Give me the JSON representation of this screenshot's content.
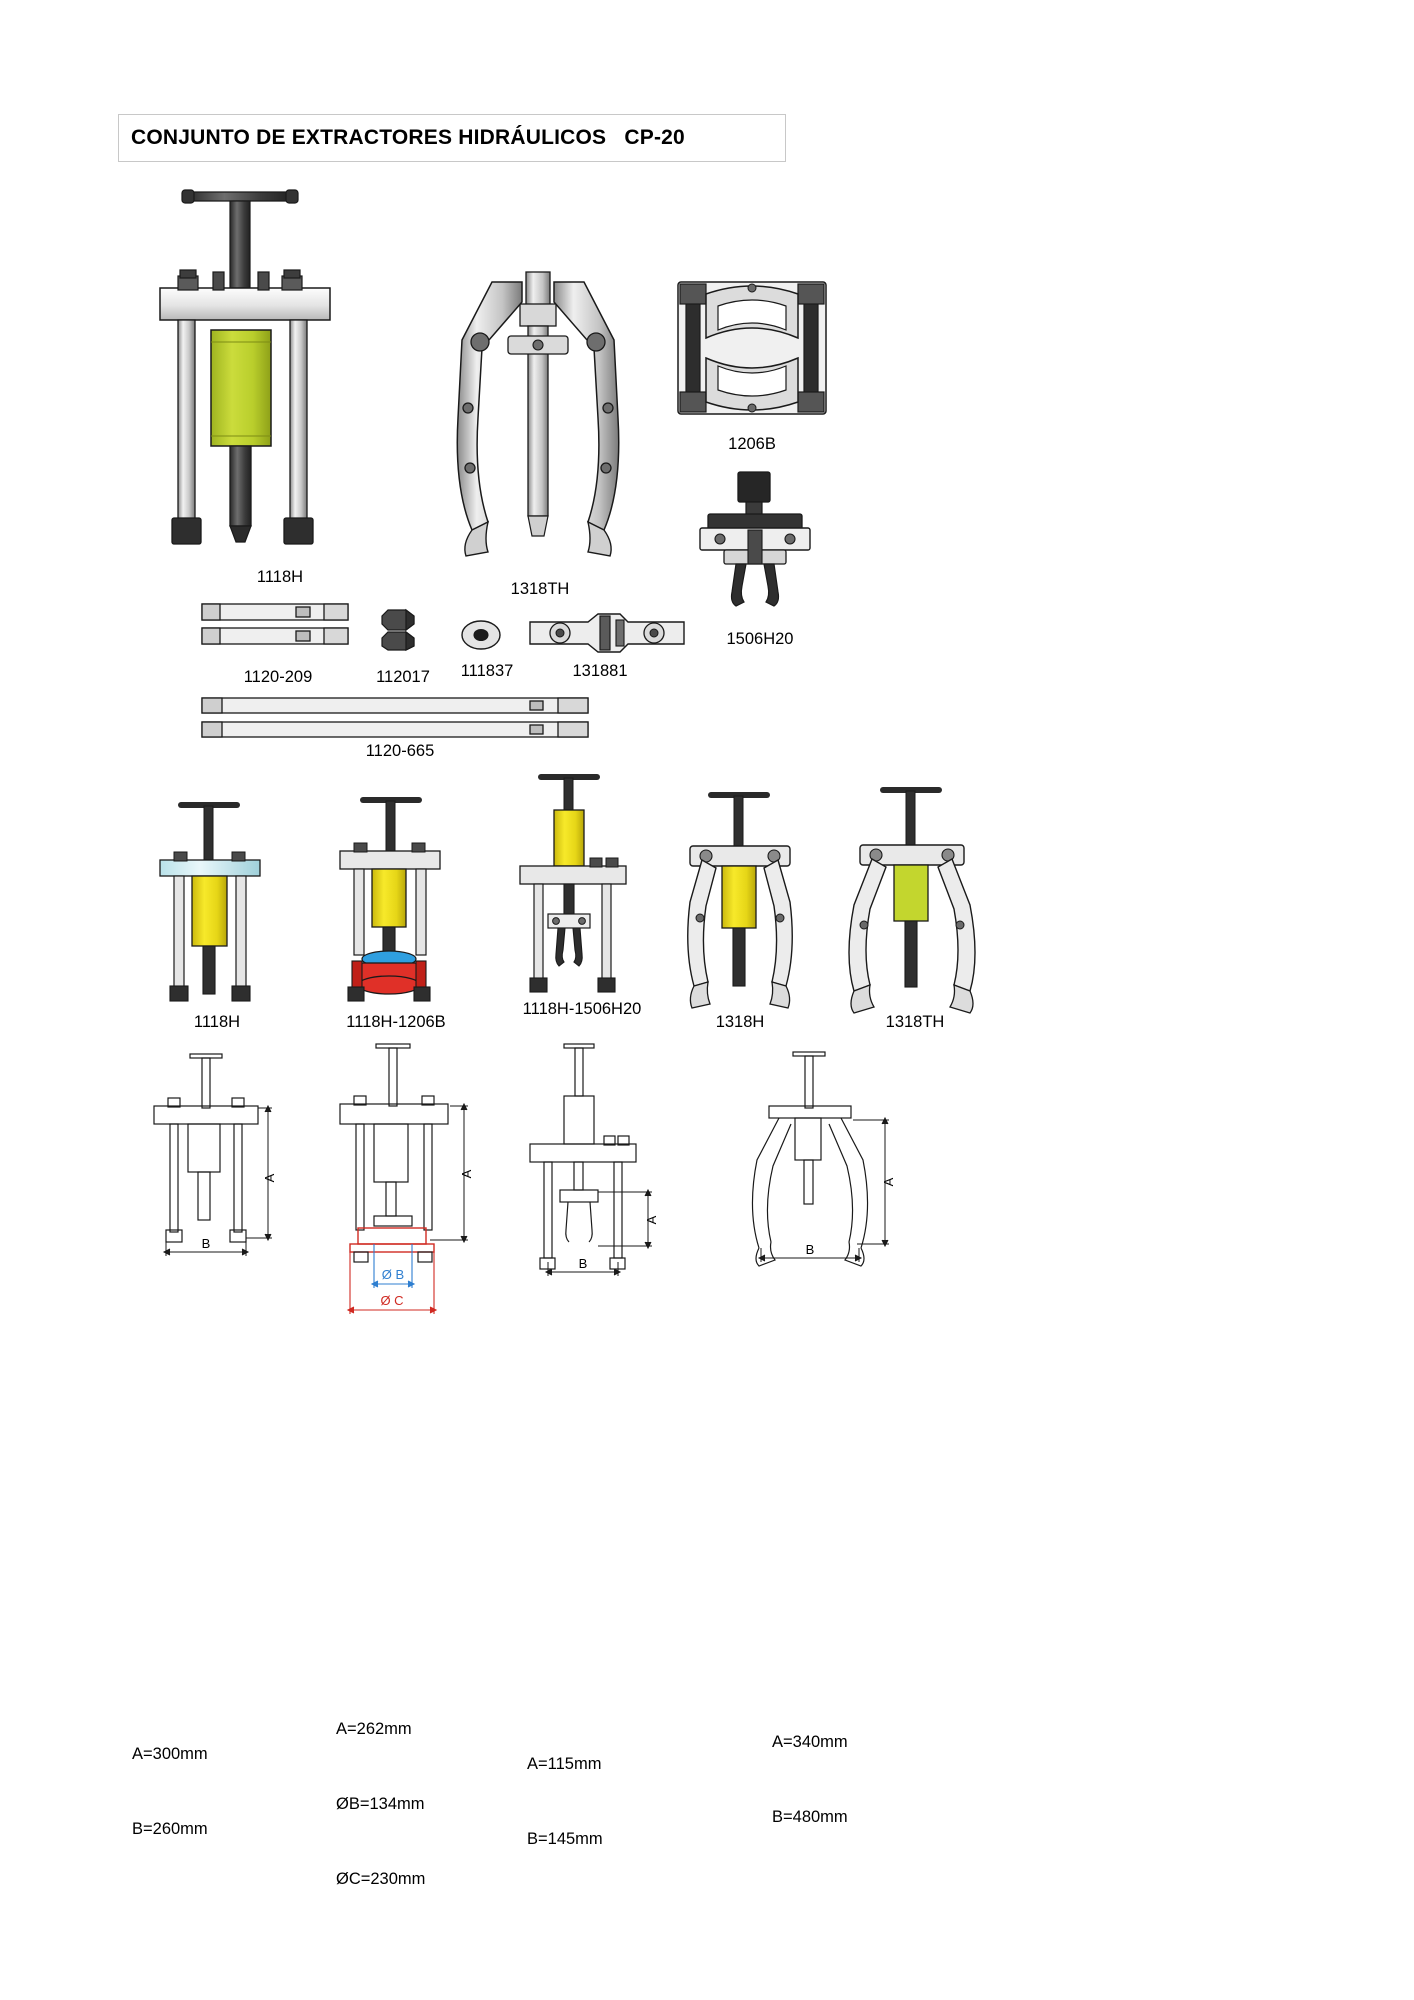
{
  "header": {
    "title": "CONJUNTO DE EXTRACTORES HIDRÁULICOS   CP-20"
  },
  "components_row1": [
    {
      "id": "1118H",
      "label": "1118H",
      "type": "hydraulic-2-leg-puller"
    },
    {
      "id": "1318TH",
      "label": "1318TH",
      "type": "3-leg-puller-long-reach"
    },
    {
      "id": "1206B",
      "label": "1206B",
      "type": "bearing-separator"
    },
    {
      "id": "1506H20",
      "label": "1506H20",
      "type": "hydraulic-separator-puller"
    }
  ],
  "components_row2": [
    {
      "id": "1120-209",
      "label": "1120-209",
      "type": "extension-rods-pair"
    },
    {
      "id": "112017",
      "label": "112017",
      "type": "hex-nuts-pair"
    },
    {
      "id": "111837",
      "label": "111837",
      "type": "washer"
    },
    {
      "id": "131881",
      "label": "131881",
      "type": "cross-beam-yoke"
    }
  ],
  "components_row3": [
    {
      "id": "1120-665",
      "label": "1120-665",
      "type": "long-extension-rods-pair"
    }
  ],
  "assemblies": [
    {
      "id": "1118H",
      "label": "1118H"
    },
    {
      "id": "1118H-1206B",
      "label": "1118H-1206B"
    },
    {
      "id": "1118H-1506H20",
      "label": "1118H-1506H20"
    },
    {
      "id": "1318H",
      "label": "1318H"
    },
    {
      "id": "1318TH",
      "label": "1318TH"
    }
  ],
  "dimension_drawings": [
    {
      "for": "1118H",
      "callouts": [
        "A",
        "B"
      ],
      "specs": [
        "A=300mm",
        "B=260mm"
      ]
    },
    {
      "for": "1118H-1206B",
      "callouts": [
        "A",
        "Ø B",
        "Ø C"
      ],
      "specs": [
        "A=262mm",
        "ØB=134mm",
        "ØC=230mm"
      ]
    },
    {
      "for": "1118H-1506H20",
      "callouts": [
        "A",
        "B"
      ],
      "specs": [
        "A=115mm",
        "B=145mm"
      ]
    },
    {
      "for": "1318TH",
      "callouts": [
        "A",
        "B"
      ],
      "specs": [
        "A=340mm",
        "B=480mm"
      ]
    }
  ],
  "colors": {
    "cylinder_green": "#c3d62e",
    "cylinder_yellow": "#f2e31c",
    "accent_blue": "#2f9fe0",
    "accent_red": "#e03028",
    "steel_light": "#e8e8e8",
    "steel_mid": "#b4b4b4",
    "steel_dark": "#4a4a4a",
    "outline": "#1a1a1a",
    "dim_blue": "#2f7fd0",
    "dim_red": "#d02a22"
  }
}
